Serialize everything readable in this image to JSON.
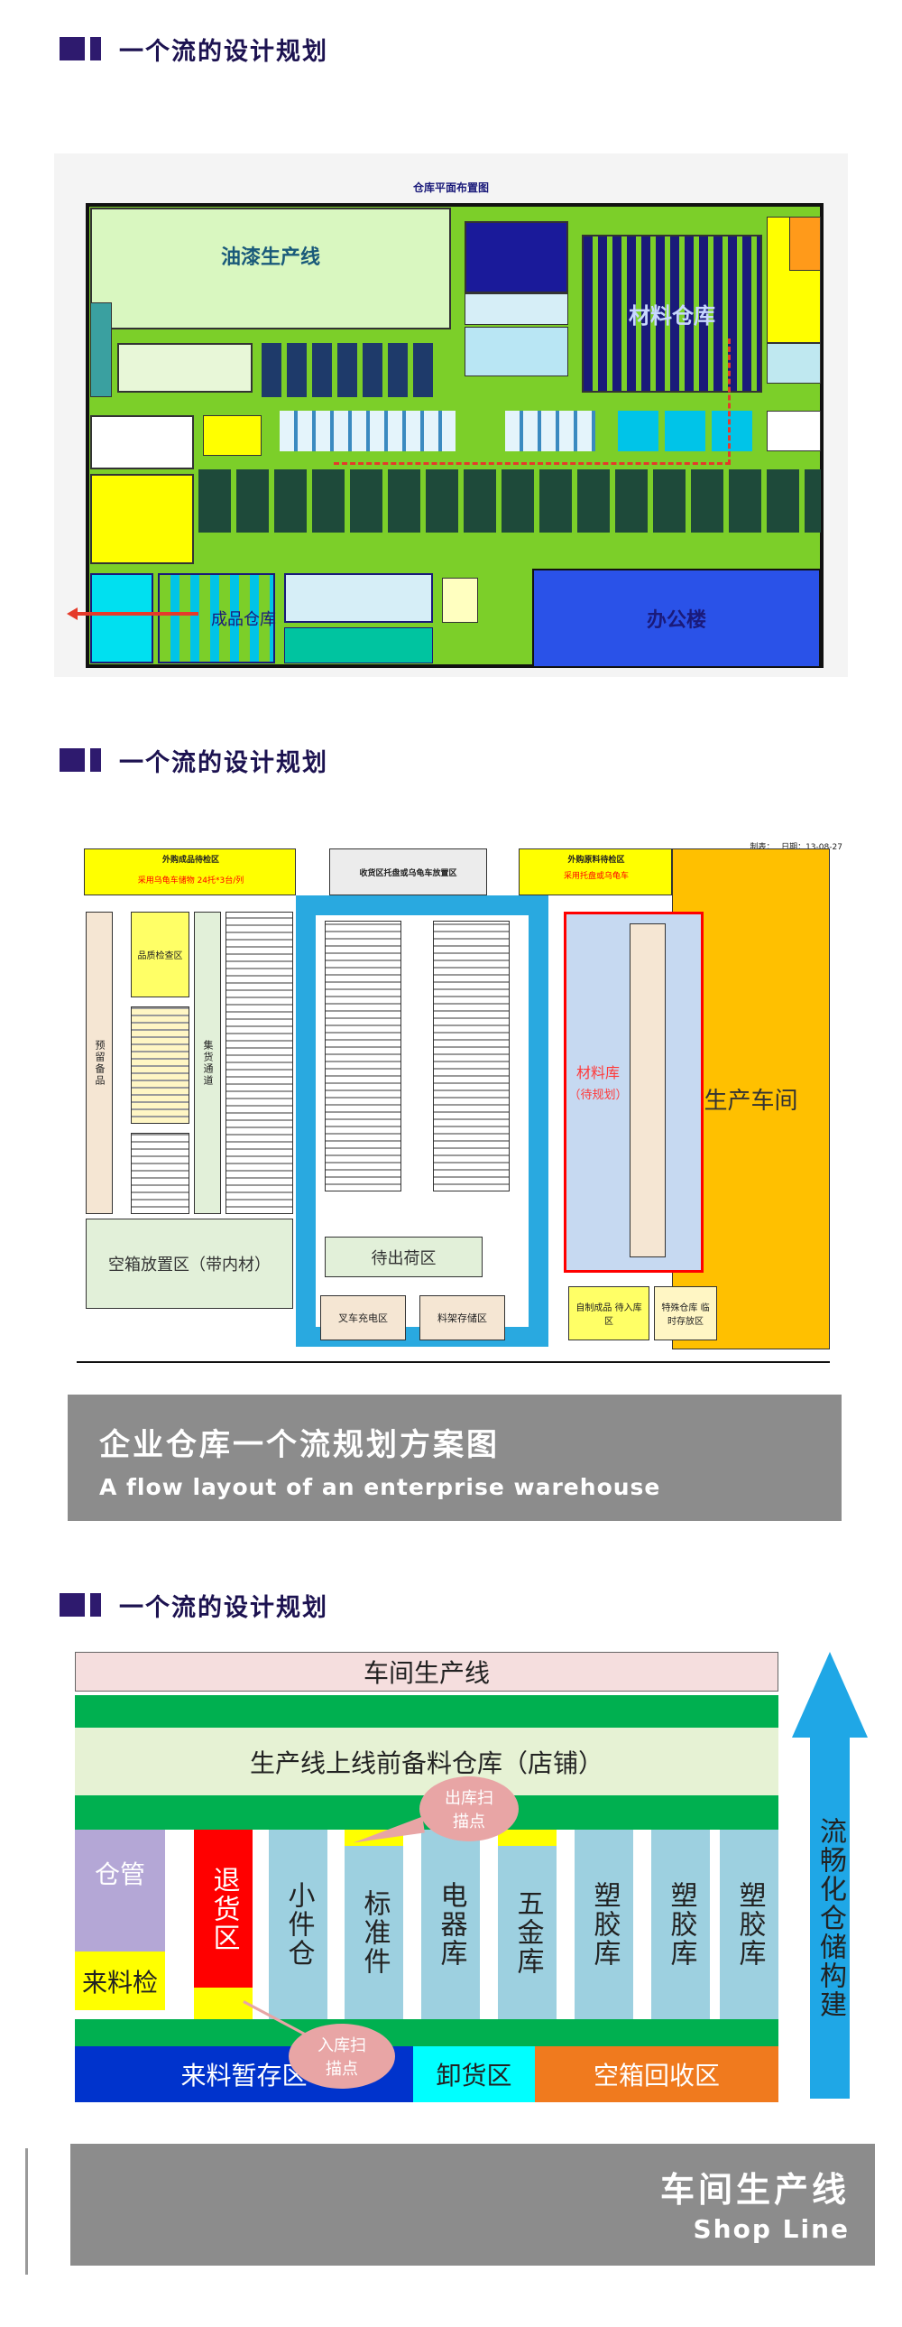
{
  "sections": [
    {
      "heading": "一个流的设计规划"
    },
    {
      "heading": "一个流的设计规划"
    },
    {
      "heading": "一个流的设计规划"
    }
  ],
  "plan1": {
    "title": "仓库平面布置图",
    "paint_line": "油漆生产线",
    "material_warehouse": "材料仓库",
    "office": "办公楼",
    "finished_warehouse": "成品仓库",
    "colors": {
      "border": "#111111",
      "green": "#7ccf29",
      "yellow": "#ffff00",
      "blue": "#2a52e8",
      "navy": "#1a1a7a",
      "red": "#e53a2a"
    }
  },
  "plan2": {
    "zone_top_left": "外购成品待检区",
    "zone_top_left_sub": "采用乌龟车储物 24托*3台/列",
    "zone_receive": "收货区托盘或乌龟车放置区",
    "zone_top_right": "外购原料待检区",
    "zone_top_right_sub": "采用托盘或乌龟车",
    "goods_inspect": "品质检查区",
    "pick_aisle": "集货通道",
    "line_left": "预留备品",
    "zone_prod": "生产车间",
    "material": "材料库",
    "material_sub": "（待规划）",
    "dispatch": "待出荷区",
    "empty_box": "空箱放置区（带内材）",
    "charge": "叉车充电区",
    "scrap": "料架存储区",
    "self_made": "自制成品 待入库区",
    "temp_store": "特殊仓库 临时存放区",
    "meta_left": "制表：",
    "meta_right": "日期：13-08-27",
    "caption_cn": "企业仓库一个流规划方案图",
    "caption_en": "A flow layout of an enterprise warehouse",
    "colors": {
      "yellow": "#ffff00",
      "orange": "#ffc000",
      "aisle": "#29a9e0",
      "lightblue": "#c6d9f1",
      "paleyellow": "#fff6c4",
      "mint": "#e2f0d9",
      "red": "#ff0000"
    }
  },
  "plan3": {
    "top": "车间生产线",
    "store": "生产线上线前备料仓库（店铺）",
    "columns": [
      {
        "label": "仓管"
      },
      {
        "label": "退货区"
      },
      {
        "label": "小件仓"
      },
      {
        "label": "标准件"
      },
      {
        "label": "电器库"
      },
      {
        "label": "五金库"
      },
      {
        "label": "塑胶库"
      },
      {
        "label": "塑胶库"
      },
      {
        "label": "塑胶库"
      }
    ],
    "incoming_check": "来料检",
    "out_scan": "出库扫描点",
    "in_scan": "入库扫描点",
    "temp": "来料暂存区",
    "unload": "卸货区",
    "empty": "空箱回收区",
    "arrow": "流畅化仓储构建",
    "caption_cn": "车间生产线",
    "caption_en": "Shop Line",
    "colors": {
      "pink": "#f5dede",
      "green": "#00b050",
      "cream": "#e6f2d4",
      "lightblue": "#9dd0e0",
      "purple": "#b4a7d6",
      "red": "#ff0000",
      "yellow": "#ffff00",
      "blue": "#0033cc",
      "cyan": "#00ffff",
      "orange": "#f07a1e",
      "arrow": "#1fa7e6",
      "bubble": "#e8a5a5"
    }
  }
}
